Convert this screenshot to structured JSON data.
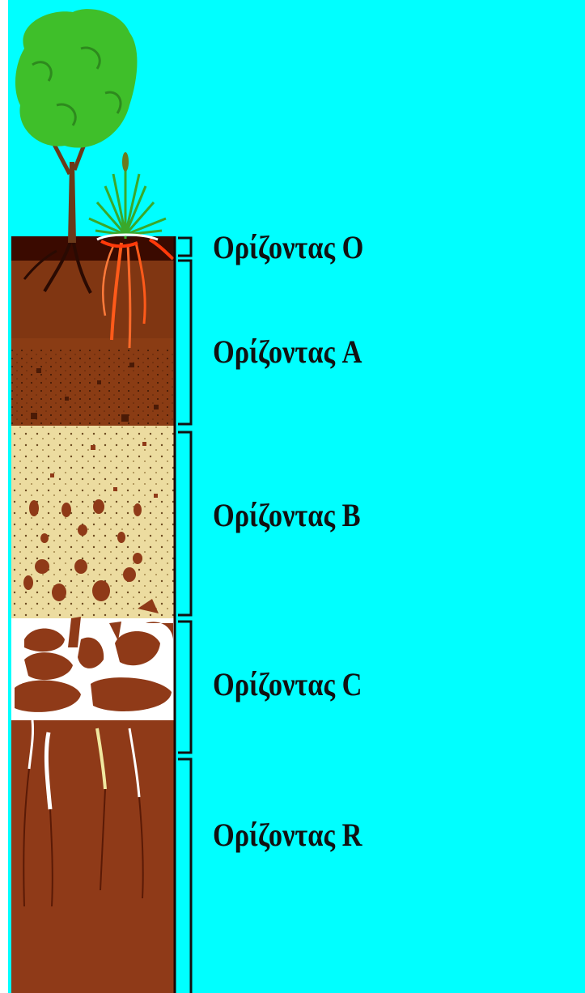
{
  "colors": {
    "background": "#00ffff",
    "horizon_o": "#3a0a00",
    "horizon_a": "#8a3c14",
    "horizon_b": "#ecdca0",
    "horizon_c": "#ffffff",
    "rock": "#8f3a18",
    "foliage": "#3fbf2a",
    "root": "#ff5a1a",
    "bracket": "#111111"
  },
  "horizons": [
    {
      "label": "Ορίζοντας O"
    },
    {
      "label": "Ορίζοντας A"
    },
    {
      "label": "Ορίζοντας B"
    },
    {
      "label": "Ορίζοντας C"
    },
    {
      "label": "Ορίζοντας R"
    }
  ]
}
